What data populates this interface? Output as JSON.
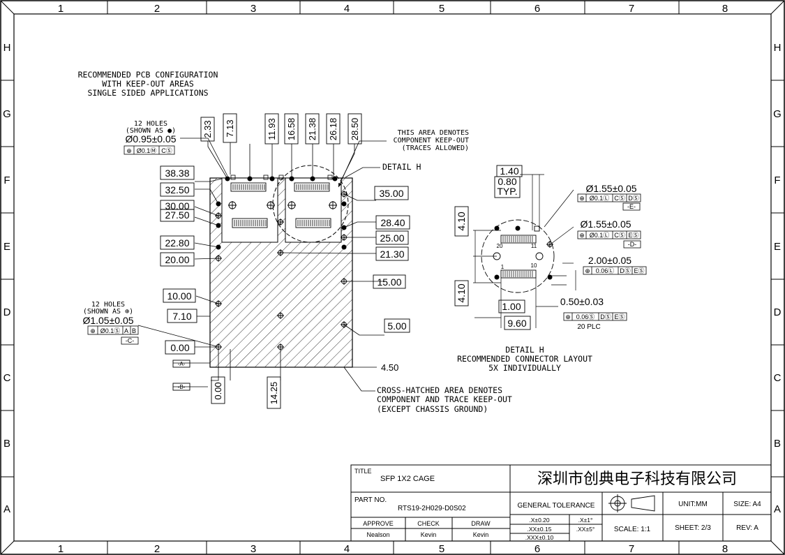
{
  "border": {
    "cols": [
      "1",
      "2",
      "3",
      "4",
      "5",
      "6",
      "7",
      "8"
    ],
    "rows": [
      "H",
      "G",
      "F",
      "E",
      "D",
      "C",
      "B",
      "A"
    ]
  },
  "pcb_title": [
    "RECOMMENDED PCB CONFIGURATION",
    "WITH KEEP-OUT AREAS",
    "SINGLE SIDED APPLICATIONS"
  ],
  "holes_top": {
    "line1": "12 HOLES",
    "line2": "(SHOWN AS ●)",
    "dia": "Ø0.95±0.05",
    "frame": [
      "⊕",
      "Ø0.1Ⓜ",
      "CⓈ"
    ]
  },
  "holes_bottom": {
    "line1": "12 HOLES",
    "line2": "(SHOWN AS ⊕)",
    "dia": "Ø1.05±0.05",
    "frame": [
      "⊕",
      "Ø0.1Ⓢ",
      "A",
      "B"
    ],
    "datum": "-C-"
  },
  "vert_dims": [
    "2.33",
    "7.13",
    "11.93",
    "16.58",
    "21.38",
    "26.18",
    "28.50"
  ],
  "left_dims": [
    "38.38",
    "32.50",
    "30.00",
    "27.50",
    "22.80",
    "20.00",
    "10.00",
    "7.10",
    "0.00"
  ],
  "right_dims": [
    "35.00",
    "28.40",
    "25.00",
    "21.30",
    "15.00",
    "5.00"
  ],
  "bottom_dims": [
    "0.00",
    "14.25"
  ],
  "dim_450": "4.50",
  "datum_a": "-A-",
  "datum_b": "-B-",
  "keepout_note": [
    "THIS AREA DENOTES",
    "COMPONENT KEEP-OUT",
    "(TRACES ALLOWED)"
  ],
  "detail_h_label": "DETAIL H",
  "crosshatch_note": [
    "CROSS-HATCHED AREA DENOTES",
    "COMPONENT AND TRACE KEEP-OUT",
    "(EXCEPT CHASSIS GROUND)"
  ],
  "detail": {
    "d140": "1.40",
    "d080": "0.80",
    "typ": "TYP.",
    "d410a": "4.10",
    "d410b": "4.10",
    "d100": "1.00",
    "d960": "9.60",
    "d050": "0.50±0.03",
    "d200": "2.00±0.05",
    "dia155a": "Ø1.55±0.05",
    "dia155b": "Ø1.55±0.05",
    "fcf1": [
      "⊕",
      "Ø0.1Ⓛ",
      "CⓈ",
      "DⓈ"
    ],
    "datum_e": "-E-",
    "fcf2": [
      "⊕",
      "Ø0.1Ⓛ",
      "CⓈ",
      "EⓈ"
    ],
    "datum_d": "-D-",
    "fcf3": [
      "⊕",
      "0.06Ⓛ",
      "DⓈ",
      "EⓈ"
    ],
    "fcf4": [
      "⊕",
      "0.06Ⓢ",
      "DⓈ",
      "EⓈ"
    ],
    "plc": "20 PLC",
    "pin20": "20",
    "pin11": "11",
    "pin1": "1",
    "pin10": "10",
    "caption": [
      "DETAIL H",
      "RECOMMENDED CONNECTOR LAYOUT",
      "5X INDIVIDUALLY"
    ]
  },
  "title_block": {
    "title_label": "TITLE",
    "title": "SFP 1X2 CAGE",
    "company": "深圳市创典电子科技有限公司",
    "part_label": "PART NO.",
    "part": "RTS19-2H029-D0S02",
    "general_tol": "GENERAL TOLERANCE",
    "unit": "UNIT:MM",
    "size": "SIZE: A4",
    "approve": "APPROVE",
    "check": "CHECK",
    "draw": "DRAW",
    "approve_name": "Nealson",
    "check_name": "Kevin",
    "draw_name": "Kevin",
    "tol_x": ".X±0.20",
    "tol_xx": ".XX±0.15",
    "tol_xxx": ".XXX±0.10",
    "tol_ang1": ".X±1°",
    "tol_ang2": ".XX±5°",
    "scale": "SCALE:  1:1",
    "sheet": "SHEET: 2/3",
    "rev": "REV: A"
  }
}
